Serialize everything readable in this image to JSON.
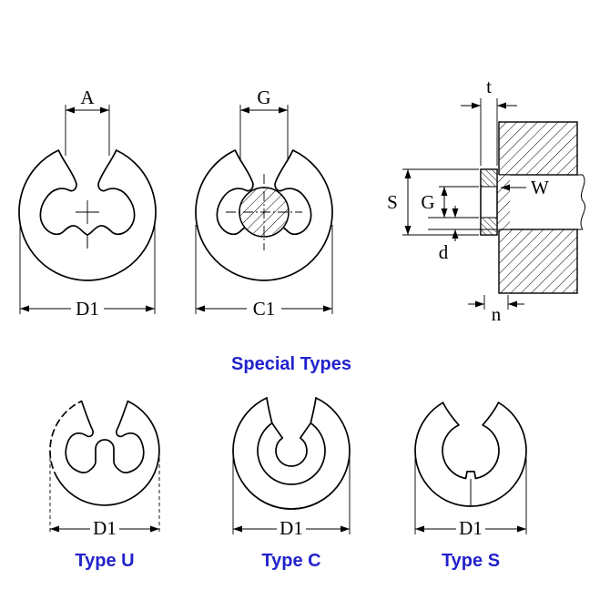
{
  "page": {
    "background": "#ffffff"
  },
  "colors": {
    "line": "#000000",
    "accent_blue": "#2222cc"
  },
  "dims": {
    "front_top": "A",
    "front_bottom": "D1",
    "installed_top": "G",
    "installed_bottom": "C1",
    "section_thickness": "t",
    "section_width": "W",
    "section_s": "S",
    "section_g": "G",
    "section_d": "d",
    "section_n": "n"
  },
  "special": {
    "heading": "Special Types",
    "types": [
      {
        "label": "Type U",
        "dim": "D1"
      },
      {
        "label": "Type C",
        "dim": "D1"
      },
      {
        "label": "Type S",
        "dim": "D1"
      }
    ]
  }
}
